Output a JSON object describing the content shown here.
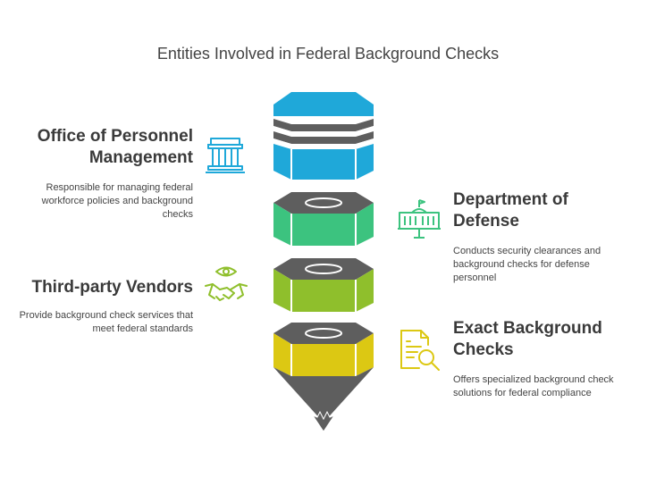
{
  "title": "Entities Involved in Federal Background Checks",
  "entities": [
    {
      "heading_line1": "Office of Personnel",
      "heading_line2": "Management",
      "description": "Responsible for managing federal workforce policies and background checks",
      "icon": "government-building-icon",
      "color": "#1fa8d9"
    },
    {
      "heading_line1": "Department of",
      "heading_line2": "Defense",
      "description": "Conducts security clearances and background checks for defense personnel",
      "icon": "capitol-building-icon",
      "color": "#3cc37f"
    },
    {
      "heading_line1": "Third-party Vendors",
      "heading_line2": "",
      "description": "Provide background check services that meet federal standards",
      "icon": "handshake-eye-icon",
      "color": "#8fbf2c"
    },
    {
      "heading_line1": "Exact Background",
      "heading_line2": "Checks",
      "description": "Offers specialized background check solutions for federal compliance",
      "icon": "document-search-icon",
      "color": "#dcc813"
    }
  ],
  "colors": {
    "dark_gray": "#5e5e5e",
    "light_gray": "#777777",
    "text": "#3a3a3a"
  }
}
